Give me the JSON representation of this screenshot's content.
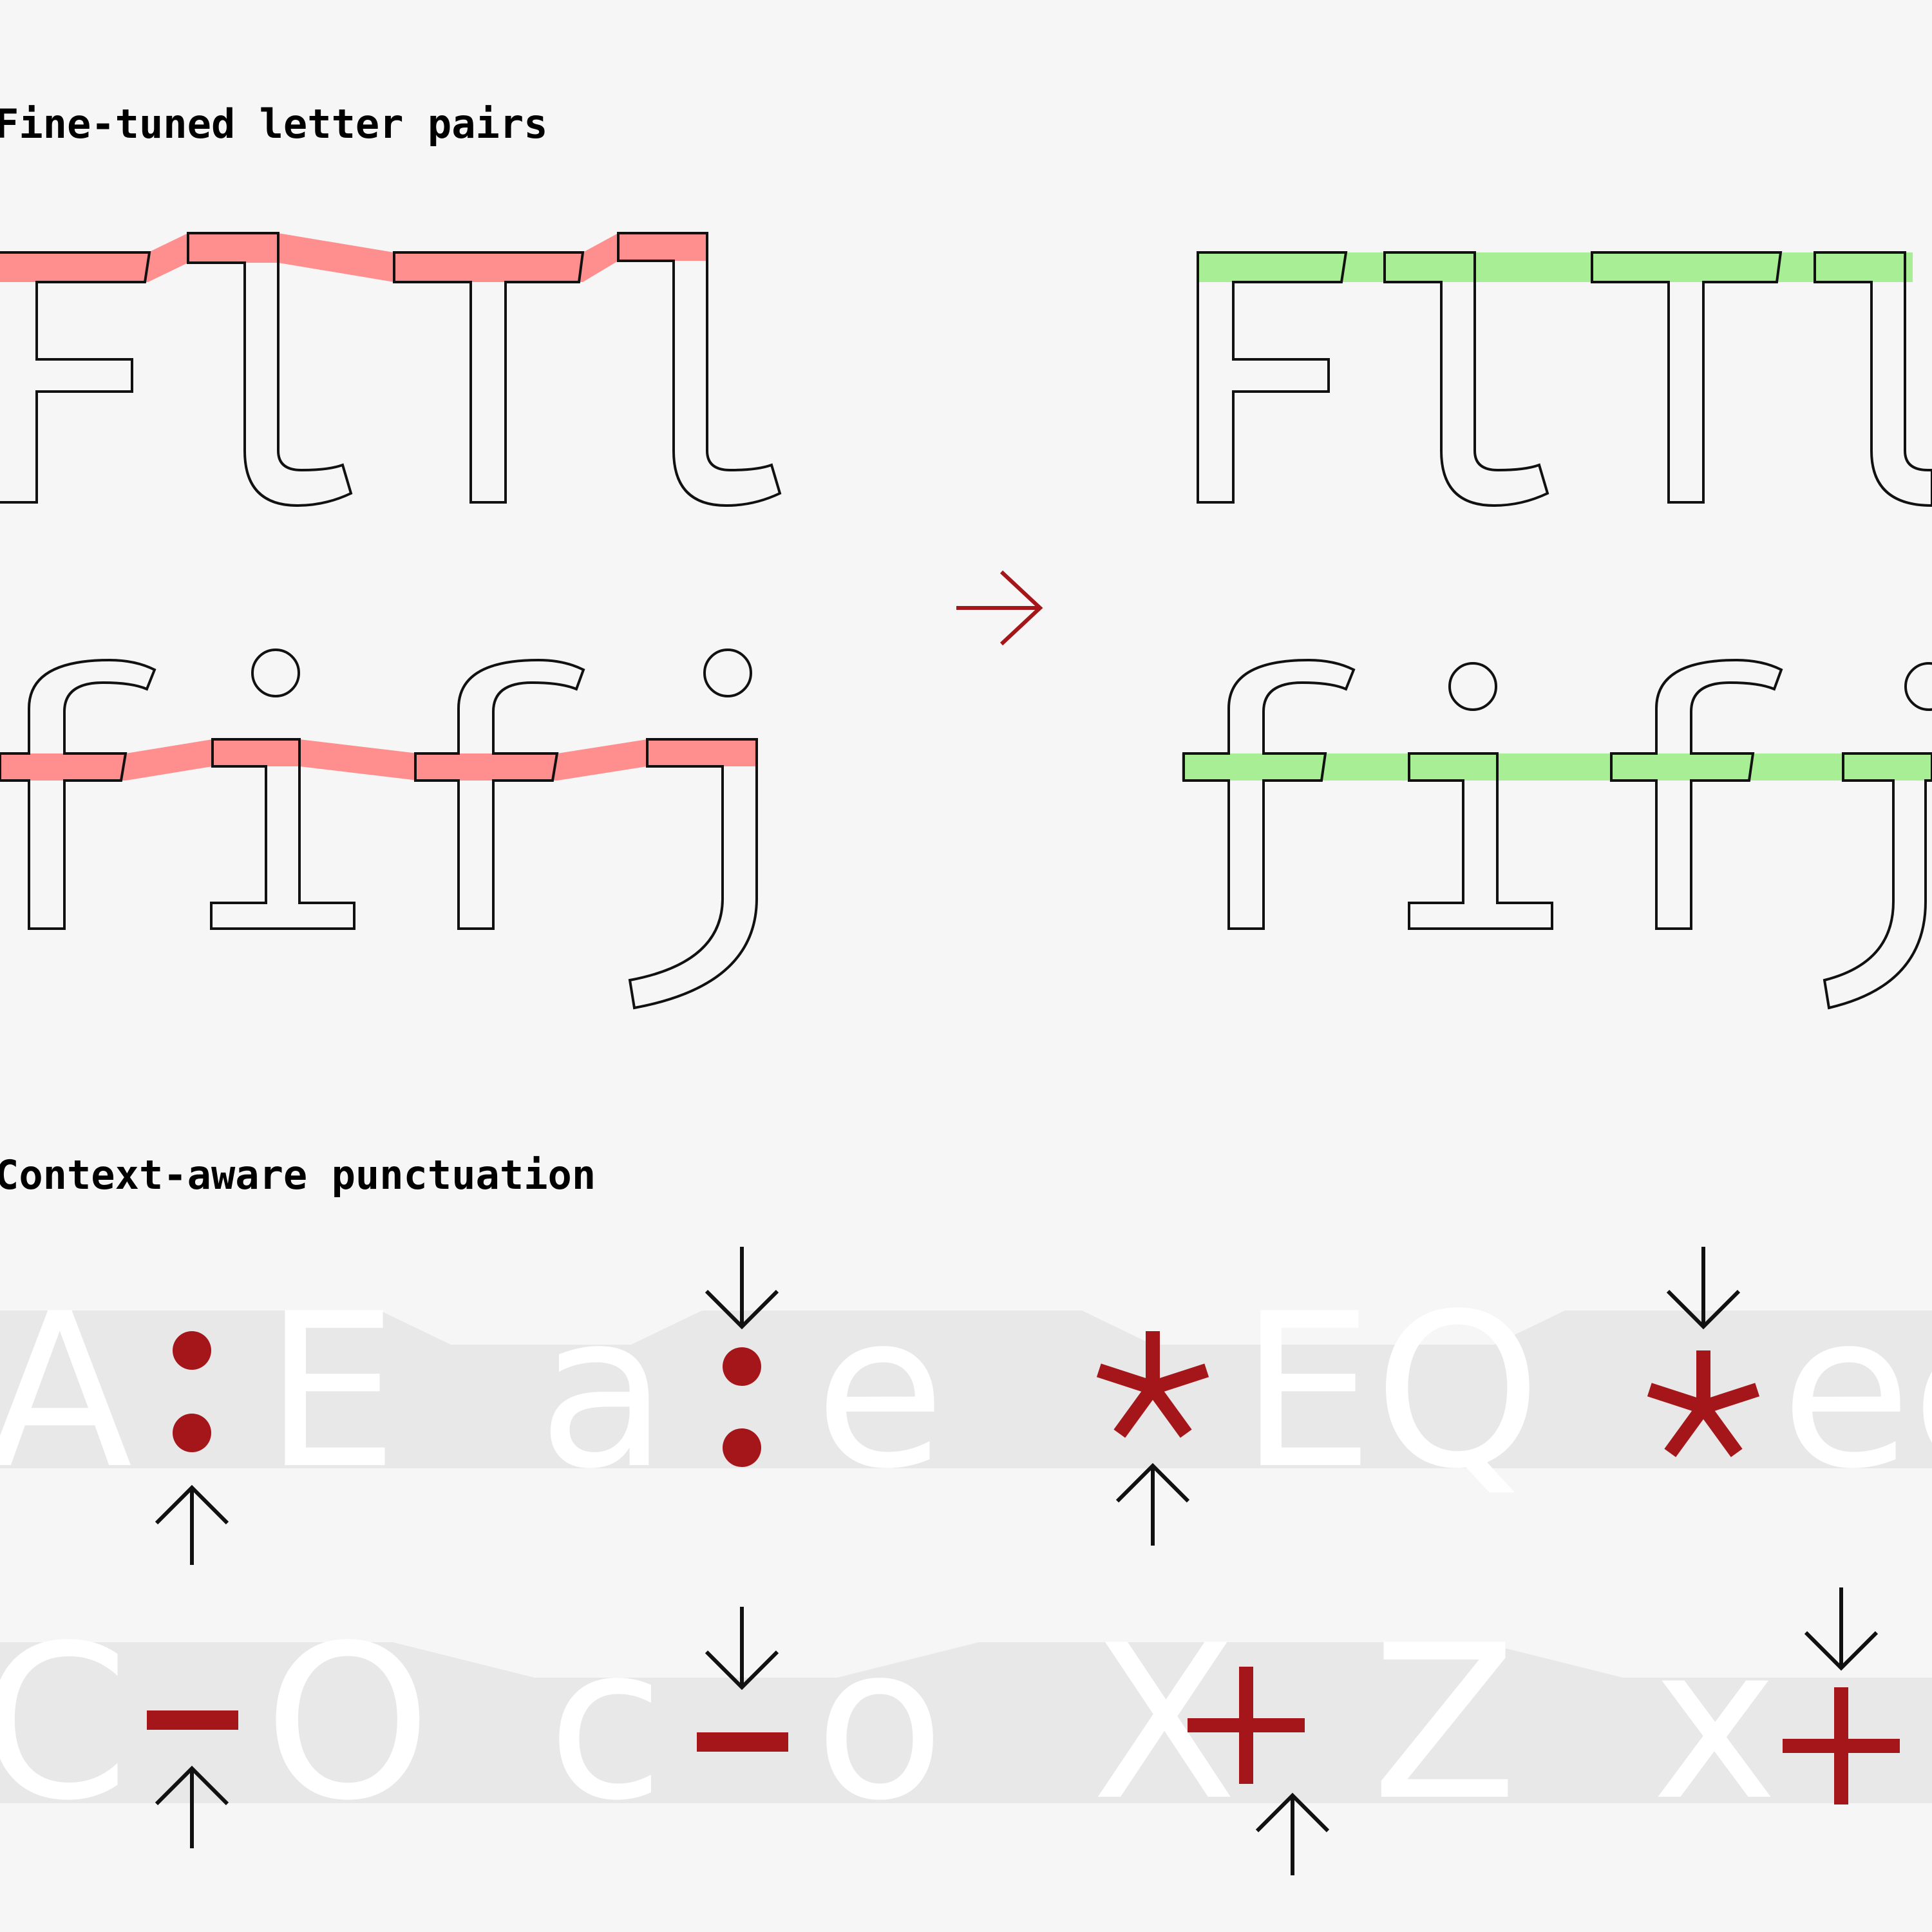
{
  "section_1": {
    "heading": "Fine-tuned letter pairs",
    "row_1_glyphs": "FlTl",
    "row_2_glyphs": "fifj",
    "before_band_color": "#ff8f8f",
    "after_band_color": "#a8ee94",
    "transition_arrow_icon": "right-arrow-icon",
    "transition_arrow_color": "#a5161a"
  },
  "section_2": {
    "heading": "Context-aware punctuation",
    "row_1_examples": [
      {
        "left": "A",
        "mark": ":",
        "right": "E"
      },
      {
        "left": "a",
        "mark": ":",
        "right": "e"
      },
      {
        "left": "",
        "mark": "*",
        "right": "EQ"
      },
      {
        "left": "",
        "mark": "*",
        "right": "ee"
      }
    ],
    "row_2_examples": [
      {
        "left": "C",
        "mark": "-",
        "right": "O"
      },
      {
        "left": "c",
        "mark": "-",
        "right": "o"
      },
      {
        "left": "X",
        "mark": "+",
        "right": "Z"
      },
      {
        "left": "x",
        "mark": "+",
        "right": ""
      }
    ],
    "mark_color": "#a5161a",
    "ghost_text_color": "#ffffff",
    "band_color": "#e8e8e8",
    "up_arrow_icon": "up-arrow-icon",
    "down_arrow_icon": "down-arrow-icon"
  }
}
